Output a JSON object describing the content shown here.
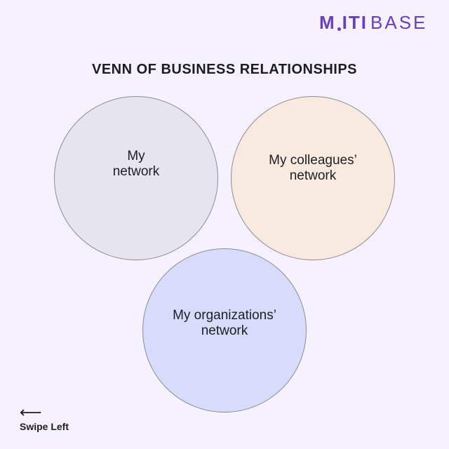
{
  "logo": {
    "letters": [
      "M",
      "I",
      "T",
      "I"
    ],
    "base": "BASE",
    "color": "#6a3ec2"
  },
  "title": "VENN OF BUSINESS RELATIONSHIPS",
  "circles": [
    {
      "label": "My\nnetwork",
      "color": "#e6e4ee"
    },
    {
      "label": "My colleagues’\nnetwork",
      "color": "#f8eadf"
    },
    {
      "label": "My organizations’\nnetwork",
      "color": "#d6dcf9"
    }
  ],
  "footer": {
    "arrow_icon": "arrow-left-icon",
    "label": "Swipe Left"
  }
}
